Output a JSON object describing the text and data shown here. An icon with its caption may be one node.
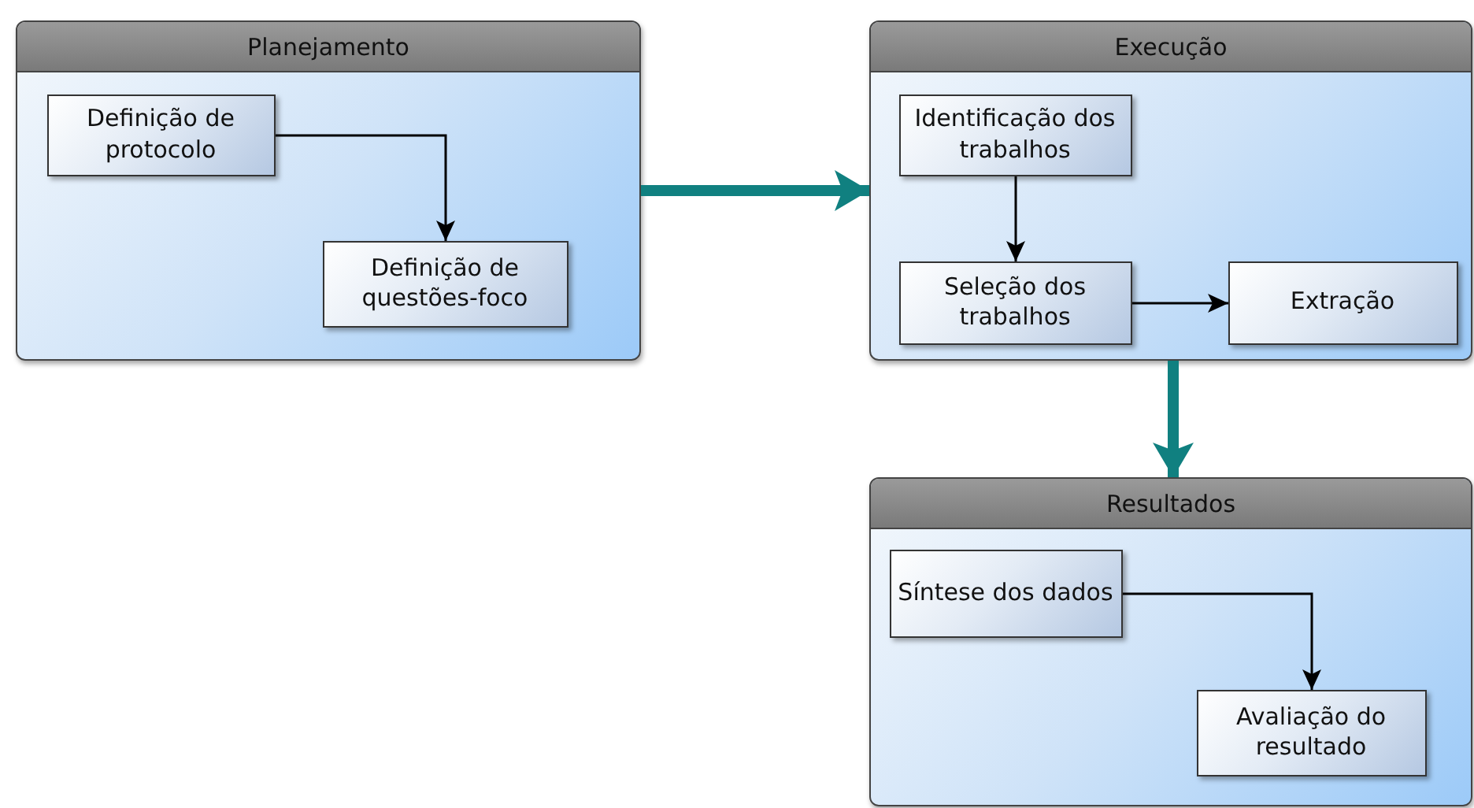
{
  "diagram": {
    "nodes": [
      {
        "text": [
          "Planejamento"
        ]
      },
      {
        "text": [
          "Definição de protocolo"
        ],
        "in": 0
      },
      {
        "text": [
          "Definição de questões-foco"
        ],
        "in": 0
      },
      {
        "text": [
          "Execução"
        ]
      },
      {
        "text": [
          "Identificação dos trabalhos"
        ],
        "in": 3
      },
      {
        "text": [
          "Seleção dos trabalhos"
        ],
        "in": 3
      },
      {
        "text": [
          "Extração"
        ],
        "in": 3
      },
      {
        "text": [
          "Resultados"
        ]
      },
      {
        "text": [
          "Síntese dos dados"
        ],
        "in": 7
      },
      {
        "text": [
          "Avaliação do resultado"
        ],
        "in": 7
      }
    ],
    "edges": [
      {
        "from": 1,
        "to": 2,
        "arrow": "to"
      },
      {
        "from": 0,
        "to": 3,
        "arrow": "to",
        "style": "thick",
        "color": "#108080"
      },
      {
        "from": 4,
        "to": 5,
        "arrow": "to"
      },
      {
        "from": 5,
        "to": 6,
        "arrow": "to"
      },
      {
        "from": 3,
        "to": 7,
        "arrow": "to",
        "style": "thick",
        "color": "#108080"
      },
      {
        "from": 8,
        "to": 9,
        "arrow": "to"
      }
    ]
  }
}
